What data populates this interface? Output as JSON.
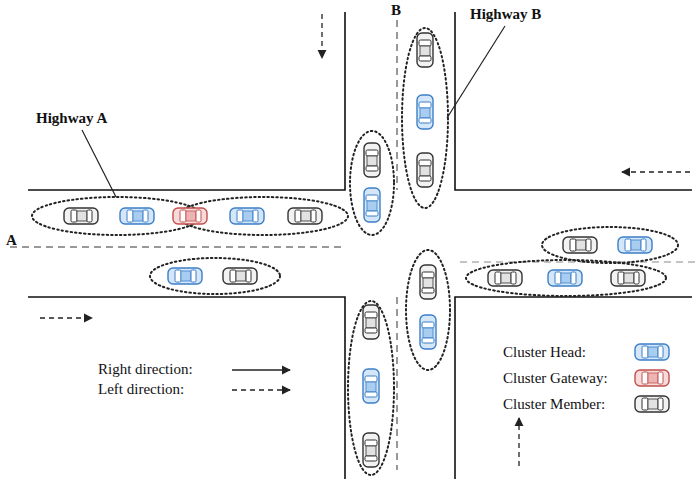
{
  "diagram": {
    "labels": [
      "Highway A",
      "A",
      "B",
      "Highway B"
    ],
    "legend": [
      {
        "text": "Right direction:"
      },
      {
        "text": "Left direction:"
      },
      {
        "text": "Cluster Head:"
      },
      {
        "text": "Cluster Gateway:"
      },
      {
        "text": "Cluster Member:"
      }
    ]
  }
}
